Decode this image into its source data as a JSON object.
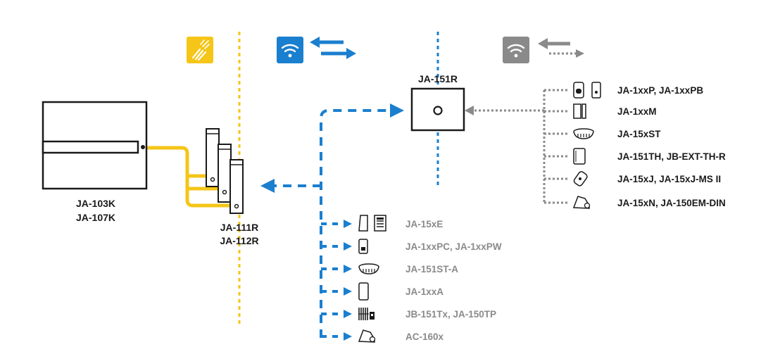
{
  "colors": {
    "wired": "#f5c518",
    "wireless_bidir": "#1a7fcf",
    "wireless_oneway": "#8a8a8a",
    "text": "#1a1a1a",
    "text_gray": "#8a8a8a"
  },
  "legend": {
    "wired_icon": "cable-icon",
    "bidirectional_icon": "wifi-bidirectional-icon",
    "oneway_icon": "wifi-oneway-icon"
  },
  "control_panel": {
    "models": [
      "JA-103K",
      "JA-107K"
    ]
  },
  "bus_modules": {
    "models": [
      "JA-111R",
      "JA-112R"
    ]
  },
  "receiver": {
    "model": "JA-151R"
  },
  "oneway_devices": [
    {
      "label": "JA-1xxP, JA-1xxPB",
      "icon": "motion-detector-icon"
    },
    {
      "label": "JA-1xxM",
      "icon": "door-contact-icon"
    },
    {
      "label": "JA-15xST",
      "icon": "smoke-detector-icon"
    },
    {
      "label": "JA-151TH, JB-EXT-TH-R",
      "icon": "thermostat-icon"
    },
    {
      "label": "JA-15xJ, JA-15xJ-MS II",
      "icon": "key-fob-icon"
    },
    {
      "label": "JA-15xN, JA-150EM-DIN",
      "icon": "flood-detector-icon"
    }
  ],
  "bidirectional_devices": [
    {
      "label": "JA-15xE",
      "icon": "keypad-icon"
    },
    {
      "label": "JA-1xxPC, JA-1xxPW",
      "icon": "camera-detector-icon"
    },
    {
      "label": "JA-151ST-A",
      "icon": "smoke-detector-icon"
    },
    {
      "label": "JA-1xxA",
      "icon": "siren-icon"
    },
    {
      "label": "JB-151Tx, JA-150TP",
      "icon": "radiator-valve-icon"
    },
    {
      "label": "AC-160x",
      "icon": "relay-module-icon"
    }
  ]
}
